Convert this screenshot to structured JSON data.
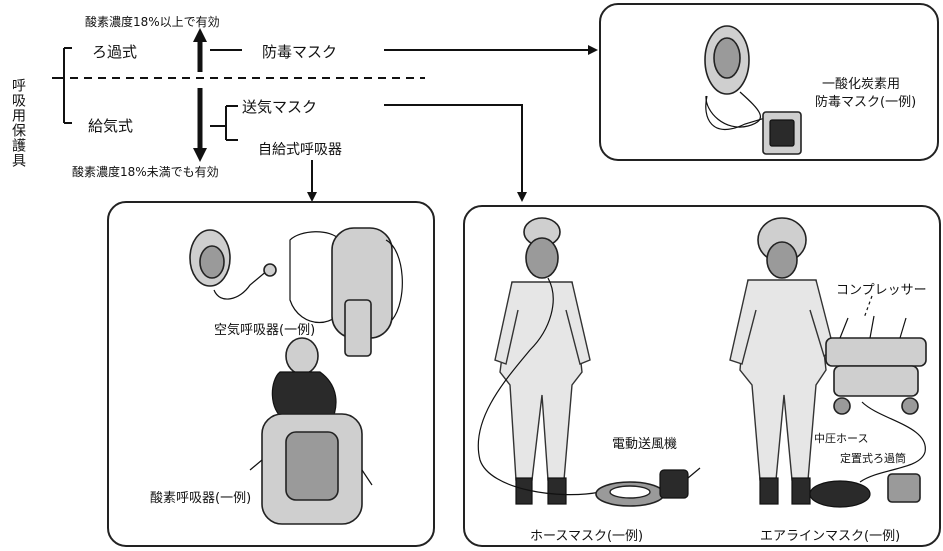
{
  "classification": {
    "vertical_title": "呼吸用保護具",
    "filter_type": "ろ過式",
    "supply_type": "給気式",
    "oxygen_note_top": "酸素濃度18%以上で有効",
    "oxygen_note_bottom": "酸素濃度18%未満でも有効",
    "gas_mask": "防毒マスク",
    "air_supply_mask": "送気マスク",
    "scba": "自給式呼吸器"
  },
  "panels": {
    "co_mask_label_1": "一酸化炭素用",
    "co_mask_label_2": "防毒マスク(一例)",
    "air_breathing_apparatus": "空気呼吸器(一例)",
    "oxygen_breathing_apparatus": "酸素呼吸器(一例)",
    "electric_blower": "電動送風機",
    "hose_mask": "ホースマスク(一例)",
    "compressor": "コンプレッサー",
    "medium_pressure_hose": "中圧ホース",
    "fixed_filter_cylinder": "定置式ろ過筒",
    "airline_mask": "エアラインマスク(一例)"
  }
}
